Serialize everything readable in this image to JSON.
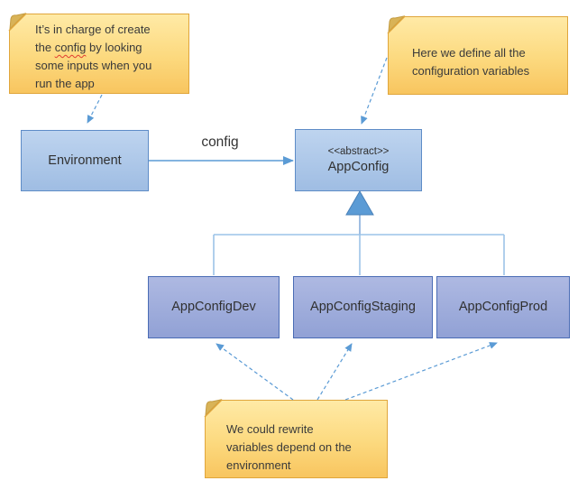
{
  "notes": {
    "env": {
      "line1": "It’s in charge of create",
      "line2_pre": "the ",
      "line2_word": "config",
      "line2_post": " by looking",
      "line3": "some inputs when you",
      "line4": "run the app"
    },
    "appconfig": {
      "line1": "Here we define all the",
      "line2": "configuration variables"
    },
    "bottom": {
      "line1": "We could rewrite",
      "line2": "variables depend on the",
      "line3": "environment"
    }
  },
  "classes": {
    "environment": {
      "label": "Environment"
    },
    "appconfig": {
      "stereotype": "<<abstract>>",
      "label": "AppConfig"
    },
    "children": [
      {
        "label": "AppConfigDev"
      },
      {
        "label": "AppConfigStaging"
      },
      {
        "label": "AppConfigProd"
      }
    ]
  },
  "edges": {
    "config_label": "config"
  },
  "colors": {
    "note_fill_top": "#ffeaa6",
    "note_fill_bottom": "#f8c55f",
    "note_border": "#e0a63c",
    "note_fold": "#d9b357",
    "parent_fill_top": "#bed4ef",
    "parent_fill_bottom": "#9fbde3",
    "parent_border": "#5e8cc7",
    "child_fill_top": "#aeb9e2",
    "child_fill_bottom": "#91a1d5",
    "child_border": "#4a6cb5",
    "connector": "#9cc3e8",
    "arrow": "#5b9bd5",
    "text": "#3a3a3a"
  }
}
